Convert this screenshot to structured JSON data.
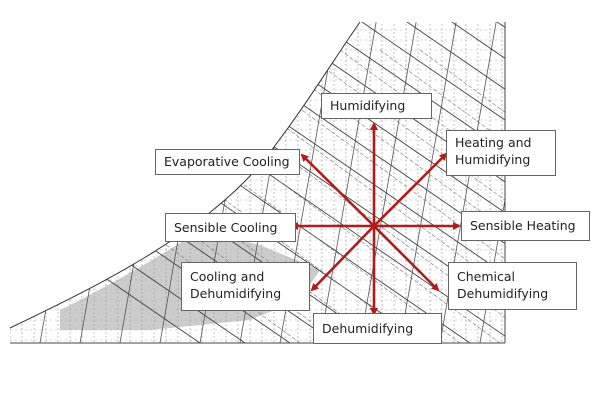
{
  "title": "Psychrometric processes",
  "center_color": "#b01c1c",
  "processes": {
    "humidifying": "Humidifying",
    "evaporative_cooling": "Evaporative Cooling",
    "heating_humidifying_1": "Heating and",
    "heating_humidifying_2": "Humidifying",
    "sensible_cooling": "Sensible Cooling",
    "sensible_heating": "Sensible Heating",
    "cooling_dehumidifying_1": "Cooling and",
    "cooling_dehumidifying_2": "Dehumidifying",
    "chemical_dehumidifying_1": "Chemical",
    "chemical_dehumidifying_2": "Dehumidifying",
    "dehumidifying": "Dehumidifying"
  }
}
